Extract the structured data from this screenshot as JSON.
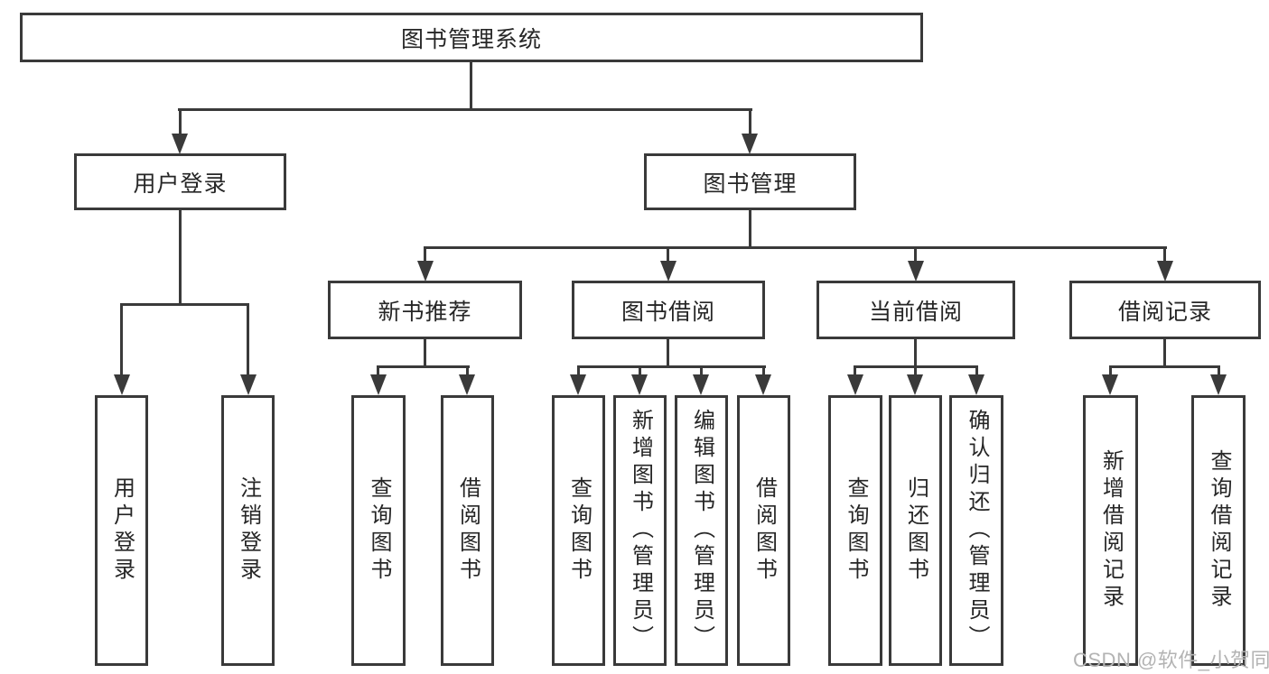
{
  "diagram": {
    "type": "hierarchy-tree",
    "colors": {
      "line": "#3a3a3a",
      "background": "#ffffff",
      "watermark": "#b3b3b3"
    }
  },
  "tree": {
    "label": "图书管理系统",
    "children": [
      {
        "label": "用户登录",
        "children": [
          {
            "label": "用户登录"
          },
          {
            "label": "注销登录"
          }
        ]
      },
      {
        "label": "图书管理",
        "children": [
          {
            "label": "新书推荐",
            "children": [
              {
                "label": "查询图书"
              },
              {
                "label": "借阅图书"
              }
            ]
          },
          {
            "label": "图书借阅",
            "children": [
              {
                "label": "查询图书"
              },
              {
                "label": "新增图书（管理员）"
              },
              {
                "label": "编辑图书（管理员）"
              },
              {
                "label": "借阅图书"
              }
            ]
          },
          {
            "label": "当前借阅",
            "children": [
              {
                "label": "查询图书"
              },
              {
                "label": "归还图书"
              },
              {
                "label": "确认归还（管理员）"
              }
            ]
          },
          {
            "label": "借阅记录",
            "children": [
              {
                "label": "新增借阅记录"
              },
              {
                "label": "查询借阅记录"
              }
            ]
          }
        ]
      }
    ]
  },
  "watermark": {
    "text": "CSDN @软件_小贺同学"
  }
}
